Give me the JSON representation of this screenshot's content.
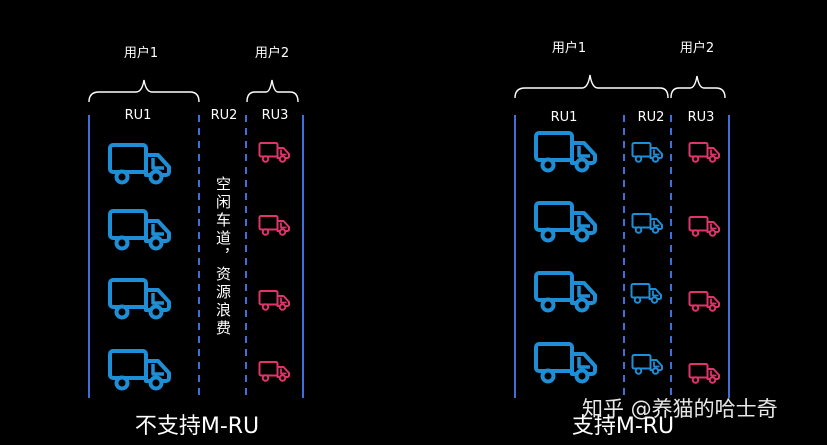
{
  "colors": {
    "background": "#000000",
    "text": "#ffffff",
    "solid_divider": "#3f6fd8",
    "dashed_divider": "#3f6fd8",
    "brace": "#ffffff",
    "truck_blue": "#1e8fd6",
    "truck_pink": "#e0346a"
  },
  "left_diagram": {
    "user1_label": "用户1",
    "user2_label": "用户2",
    "ru1_label": "RU1",
    "ru2_label": "RU2",
    "ru3_label": "RU3",
    "idle_lane_text": "空闲车道，资源浪费",
    "caption": "不支持M-RU"
  },
  "right_diagram": {
    "user1_label": "用户1",
    "user2_label": "用户2",
    "ru1_label": "RU1",
    "ru2_label": "RU2",
    "ru3_label": "RU3",
    "caption": "支持M-RU"
  },
  "icons": {
    "large_truck": "truck-icon",
    "small_truck": "truck-icon"
  },
  "watermark": "知乎 @养猫的哈士奇"
}
